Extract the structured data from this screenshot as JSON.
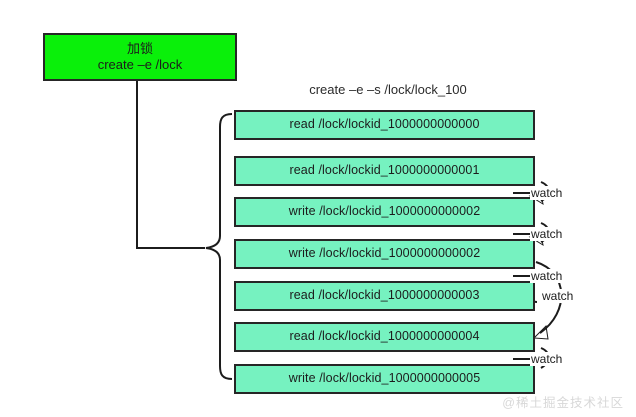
{
  "diagram": {
    "title_note": "create –e –s /lock/lock_100",
    "lock_node": {
      "line1": "加锁",
      "line2": "create –e /lock",
      "fill": "#0af00a",
      "border": "#262626"
    },
    "sequence_nodes": [
      {
        "label": "read /lock/lockid_1000000000000"
      },
      {
        "label": "read /lock/lockid_1000000000001"
      },
      {
        "label": "write /lock/lockid_1000000000002"
      },
      {
        "label": "write /lock/lockid_1000000000002"
      },
      {
        "label": "read /lock/lockid_1000000000003"
      },
      {
        "label": "read /lock/lockid_1000000000004"
      },
      {
        "label": "write /lock/lockid_1000000000005"
      }
    ],
    "node_fill": "#76f2c0",
    "watch_labels": [
      {
        "text": "watch"
      },
      {
        "text": "watch"
      },
      {
        "text": "watch"
      },
      {
        "text": "watch"
      },
      {
        "text": "watch"
      }
    ],
    "watermark": "@稀土掘金技术社区"
  }
}
